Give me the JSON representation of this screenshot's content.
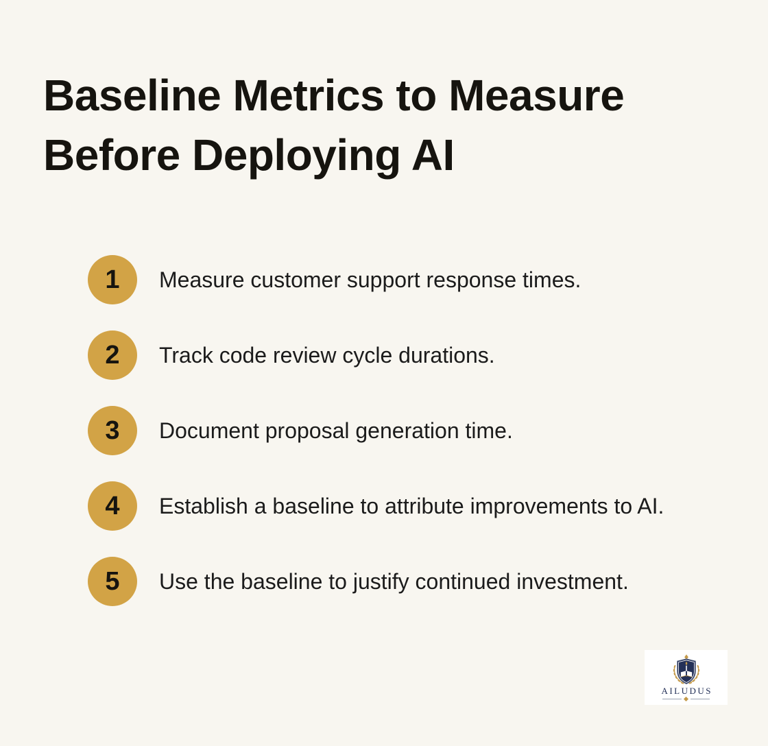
{
  "colors": {
    "page-bg": "#F8F6F0",
    "badge-gold": "#D2A346",
    "text-dark": "#16140F",
    "logo-navy": "#243158",
    "logo-gold": "#C49A4A",
    "logo-bg": "#FFFFFF"
  },
  "title": {
    "line1": "Baseline Metrics to Measure",
    "line2": "Before Deploying AI"
  },
  "list": {
    "items": [
      {
        "number": "1",
        "text": "Measure customer support response times."
      },
      {
        "number": "2",
        "text": "Track code review cycle durations."
      },
      {
        "number": "3",
        "text": "Document proposal generation time."
      },
      {
        "number": "4",
        "text": "Establish a baseline to attribute improvements to AI."
      },
      {
        "number": "5",
        "text": "Use the baseline to justify continued investment."
      }
    ]
  },
  "logo": {
    "brand": "AILUDUS",
    "crest_icon": "shield-book-torch-laurel-icon"
  }
}
